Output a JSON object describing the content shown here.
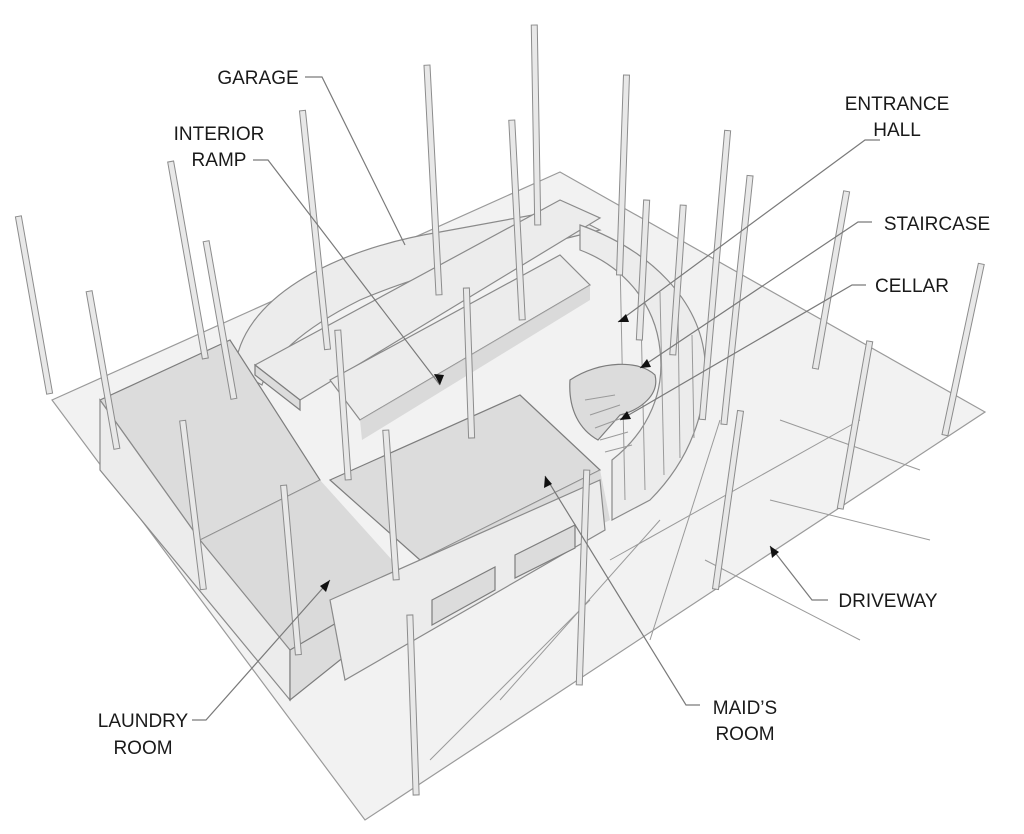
{
  "labels": {
    "garage": "GARAGE",
    "interior_ramp_1": "INTERIOR",
    "interior_ramp_2": "RAMP",
    "entrance_hall_1": "ENTRANCE",
    "entrance_hall_2": "HALL",
    "staircase": "STAIRCASE",
    "cellar": "CELLAR",
    "driveway": "DRIVEWAY",
    "maids_room_1": "MAID’S",
    "maids_room_2": "ROOM",
    "laundry_room_1": "LAUNDRY",
    "laundry_room_2": "ROOM"
  },
  "colors": {
    "floor": "#f2f2f2",
    "wall": "#dcdcdc",
    "post": "#e8e8e8",
    "leader": "#7a7a7a",
    "text": "#1a1a1a"
  }
}
